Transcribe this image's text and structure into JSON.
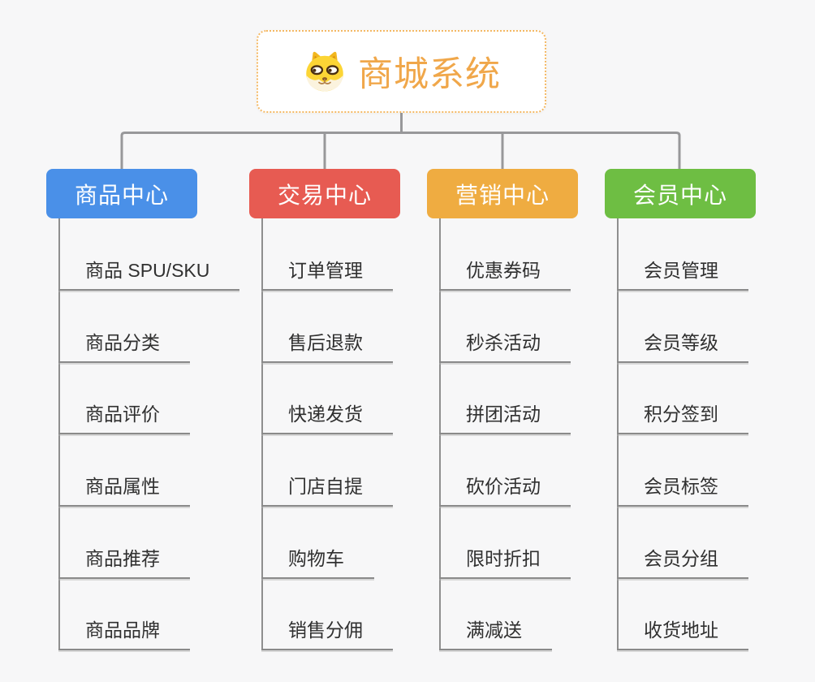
{
  "background": "#f7f7f8",
  "connector_color": "#98989a",
  "root": {
    "title": "商城系统",
    "icon": "dog-face-icon",
    "title_color": "#f0a74a",
    "border_color": "#f4b863"
  },
  "branches": [
    {
      "id": "product-center",
      "label": "商品中心",
      "color": "#4a90e8",
      "children": [
        "商品 SPU/SKU",
        "商品分类",
        "商品评价",
        "商品属性",
        "商品推荐",
        "商品品牌"
      ]
    },
    {
      "id": "trade-center",
      "label": "交易中心",
      "color": "#e75b52",
      "children": [
        "订单管理",
        "售后退款",
        "快递发货",
        "门店自提",
        "购物车",
        "销售分佣"
      ]
    },
    {
      "id": "marketing-center",
      "label": "营销中心",
      "color": "#efac41",
      "children": [
        "优惠券码",
        "秒杀活动",
        "拼团活动",
        "砍价活动",
        "限时折扣",
        "满减送"
      ]
    },
    {
      "id": "member-center",
      "label": "会员中心",
      "color": "#6ebe43",
      "children": [
        "会员管理",
        "会员等级",
        "积分签到",
        "会员标签",
        "会员分组",
        "收货地址"
      ]
    }
  ]
}
